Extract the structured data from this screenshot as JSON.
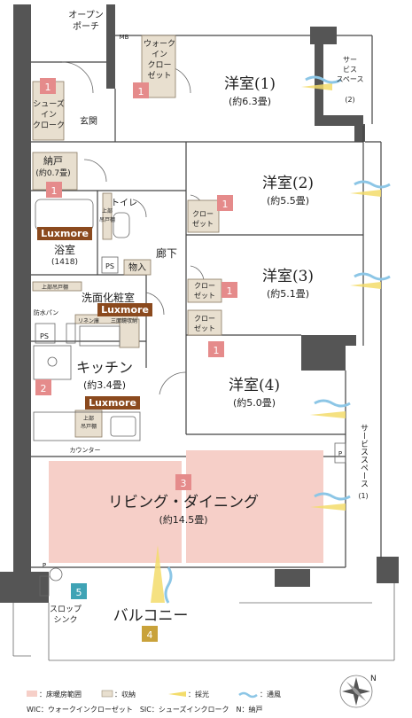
{
  "rooms": {
    "open_porch": [
      "オープン",
      "ポーチ"
    ],
    "mb": "MB",
    "wic": [
      "ウォーク",
      "イン",
      "クロー",
      "ゼット"
    ],
    "shoes_ic": [
      "シューズ",
      "イン",
      "クローク"
    ],
    "entrance": "玄関",
    "western1": {
      "name": "洋室(1)",
      "size": "(約6.3畳)"
    },
    "western2": {
      "name": "洋室(2)",
      "size": "(約5.5畳)"
    },
    "western3": {
      "name": "洋室(3)",
      "size": "(約5.1畳)"
    },
    "western4": {
      "name": "洋室(4)",
      "size": "(約5.0畳)"
    },
    "nando": {
      "name": "納戸",
      "size": "(約0.7畳)"
    },
    "closet": [
      "クロー",
      "ゼット"
    ],
    "toilet": "トイレ",
    "upper_cabinet": [
      "上部",
      "吊戸棚"
    ],
    "bath": {
      "name": "浴室",
      "size": "(1418)"
    },
    "ps": "PS",
    "storage": "物入",
    "corridor": "廊下",
    "washroom": "洗面化粧室",
    "upper_cabinet2": "上部吊戸棚",
    "washing_pan": "防水パン",
    "linen": "リネン庫",
    "mirror_storage": "三面鏡収納",
    "kitchen": {
      "name": "キッチン",
      "size": "(約3.4畳)"
    },
    "counter": "カウンター",
    "living": {
      "name": "リビング・ダイニング",
      "size": "(約14.5畳)"
    },
    "balcony": "バルコニー",
    "slop_sink": [
      "スロップ",
      "シンク"
    ],
    "service_space_2": [
      "サー",
      "ビス",
      "スペース",
      "(2)"
    ],
    "service_space_1": [
      "サービススペース",
      "(1)"
    ],
    "p": "P"
  },
  "badges": {
    "b1": "1",
    "b2": "2",
    "b3": "3",
    "b4": "4",
    "b5": "5"
  },
  "luxmore": "Luxmore",
  "legend": {
    "floorheat": "：床暖房範囲",
    "storage": "：収納",
    "light": "：採光",
    "wind": "：通風",
    "abbrev": "WIC：ウォークインクローゼット　SIC：シューズインクローク　N：納戸"
  },
  "compass": "N",
  "colors": {
    "badge_red": "#e58b8b",
    "badge_blue": "#3fa3b5",
    "badge_gold": "#c9a23a",
    "luxmore": "#8b4a1e",
    "floorheat": "#f6cfc8",
    "storage": "#e8dfcf",
    "light_yellow": "#f3dc6b",
    "wind_blue": "#8cc6e6"
  }
}
